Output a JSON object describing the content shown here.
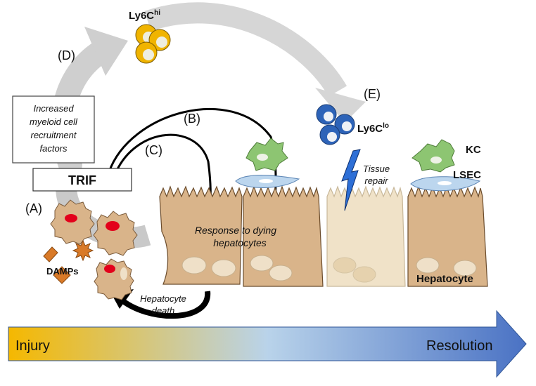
{
  "labels": {
    "A": "(A)",
    "B": "(B)",
    "C": "(C)",
    "D": "(D)",
    "E": "(E)"
  },
  "boxes": {
    "recruitment_lines": [
      "Increased",
      "myeloid cell",
      "recruitment",
      "factors"
    ],
    "trif": "TRIF"
  },
  "monocytes": {
    "hi_main": "Ly6C",
    "hi_sup": "hi",
    "lo_main": "Ly6C",
    "lo_sup": "lo"
  },
  "texts": {
    "damps": "DAMPs",
    "response_lines": [
      "Response to dying",
      "hepatocytes"
    ],
    "hepatocyte_death_lines": [
      "Hepatocyte",
      "death"
    ],
    "tissue_repair_lines": [
      "Tissue",
      "repair"
    ],
    "kc": "KC",
    "lsec": "LSEC",
    "hepatocyte": "Hepatocyte"
  },
  "timeline": {
    "start": "Injury",
    "end": "Resolution",
    "colors": {
      "start": "#f5b800",
      "middle": "#b9d3ea",
      "end": "#4a72c4"
    }
  },
  "colors": {
    "hepatocyte": "#d9b48a",
    "hepatocyte_faded": "#f0e2c8",
    "kupffer": "#8dc572",
    "lsec": "#bcd6ee",
    "ly6c_hi": "#f0b400",
    "ly6c_lo": "#2d63b8",
    "nucleus_dying": "#e3001b",
    "damp": "#d97a28"
  }
}
